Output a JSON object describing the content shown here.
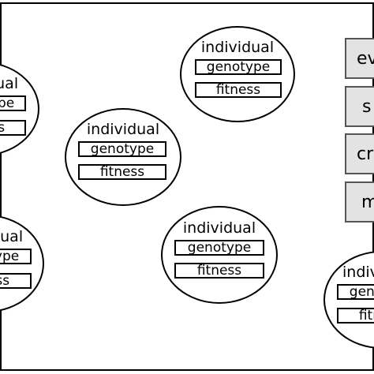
{
  "individual": {
    "title": "individual",
    "genotype_label": "genotype",
    "fitness_label": "fitness"
  },
  "operators": [
    "ev",
    "s",
    "cr",
    "m"
  ]
}
